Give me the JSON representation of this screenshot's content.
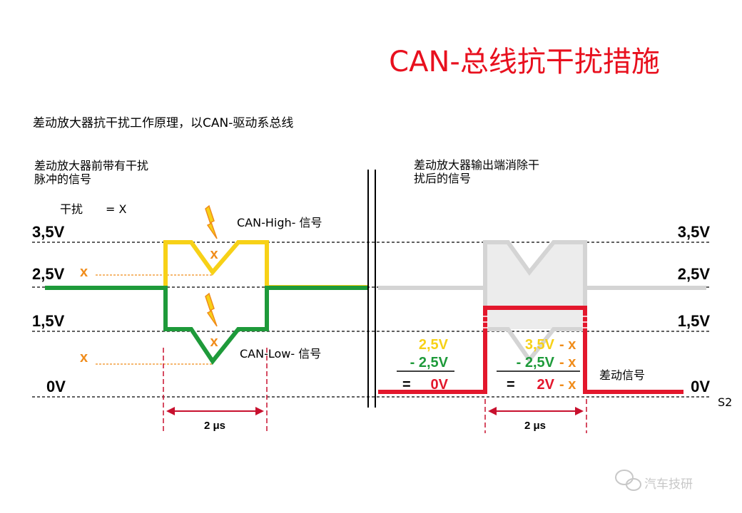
{
  "title": "CAN-总线抗干扰措施",
  "subtitle": "差动放大器抗干扰工作原理，以CAN-驱动系总线",
  "left_label_line1": "差动放大器前带有干扰",
  "left_label_line2": "脉冲的信号",
  "right_label_line1": "差动放大器输出端消除干",
  "right_label_line2": "扰后的信号",
  "legend_text": "干扰",
  "legend_eq": "= X",
  "can_high_label": "CAN-High- 信号",
  "can_low_label": "CAN-Low- 信号",
  "diff_signal_label": "差动信号",
  "voltage_levels": [
    "3,5V",
    "2,5V",
    "1,5V",
    "0V"
  ],
  "marker_x": "x",
  "duration_label": "2 μs",
  "page_id": "S2",
  "watermark": "汽车技研",
  "calc1": {
    "a": "2,5V",
    "b": "- 2,5V",
    "eq": "=",
    "r": "0V"
  },
  "calc2": {
    "a": "3,5V",
    "ax": "- x",
    "b": "- 2,5V",
    "bx": "- x",
    "eq": "=",
    "r": "2V",
    "rx": "- x"
  },
  "colors": {
    "title": "#e8101e",
    "can_high": "#f7d117",
    "can_low": "#1e9a3a",
    "diff": "#e3172c",
    "interference": "#f08c1a",
    "ghost": "#d4d4d4"
  }
}
